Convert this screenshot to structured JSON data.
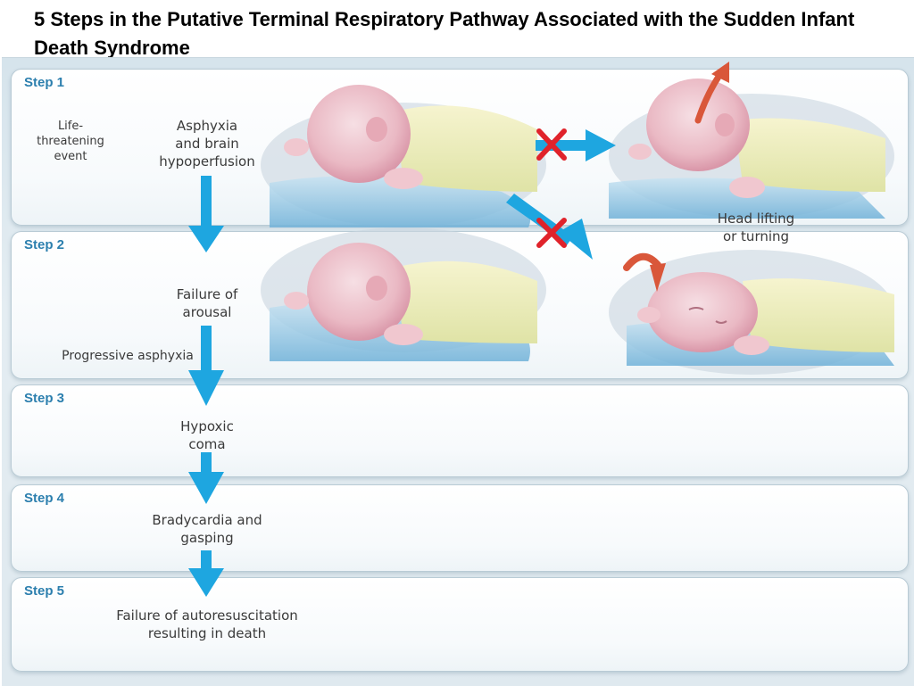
{
  "slide": {
    "title": "5 Steps in the Putative Terminal Respiratory Pathway Associated with the Sudden Infant Death Syndrome"
  },
  "diagram": {
    "steps": [
      {
        "label": "Step 1",
        "stage": "Asphyxia\nand brain\nhypoperfusion",
        "note": "Life-\nthreatening\nevent"
      },
      {
        "label": "Step 2",
        "stage": "Failure of\narousal",
        "note": "Progressive asphyxia"
      },
      {
        "label": "Step 3",
        "stage": "Hypoxic\ncoma"
      },
      {
        "label": "Step 4",
        "stage": "Bradycardia and\ngasping"
      },
      {
        "label": "Step 5",
        "stage": "Failure of autoresuscitation\nresulting in death"
      }
    ],
    "protective_response": "Head lifting\nor turning",
    "colors": {
      "step_label": "#2c7fae",
      "flow_arrow": "#1ea6e0",
      "blocked_mark": "#e0232b",
      "motion_arrow": "#d9573a",
      "text": "#3a3a3a"
    },
    "icons": [
      "flow-arrow-icon",
      "blocked-x-icon",
      "head-movement-arrow-icon",
      "infant-illustration"
    ]
  }
}
